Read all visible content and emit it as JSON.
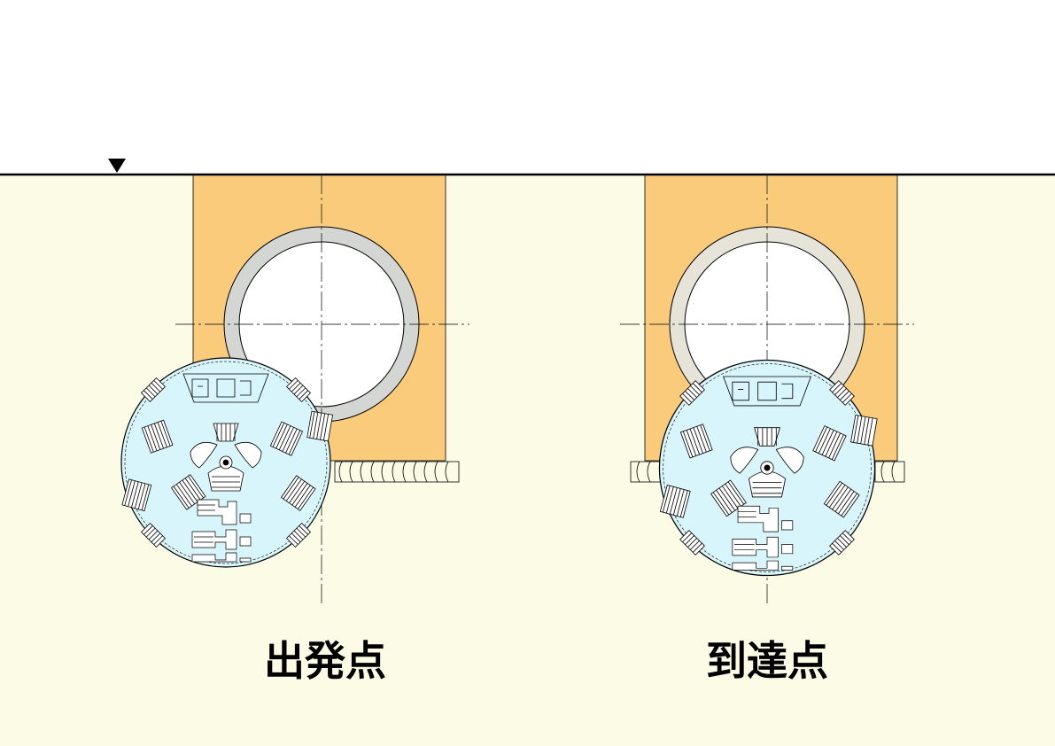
{
  "colors": {
    "ground": "#fcfce6",
    "improved_soil": "#fbcb7c",
    "segment_start": "#d3d6d2",
    "segment_end": "#e6e4d8",
    "cutter_face": "#d8f5fb",
    "outline": "#000000",
    "background": "#ffffff"
  },
  "icons": {
    "water_level": "inverted-triangle-marker",
    "cutter": "shield-cutter-head"
  },
  "labels": {
    "start": "出発点",
    "end": "到達点"
  }
}
